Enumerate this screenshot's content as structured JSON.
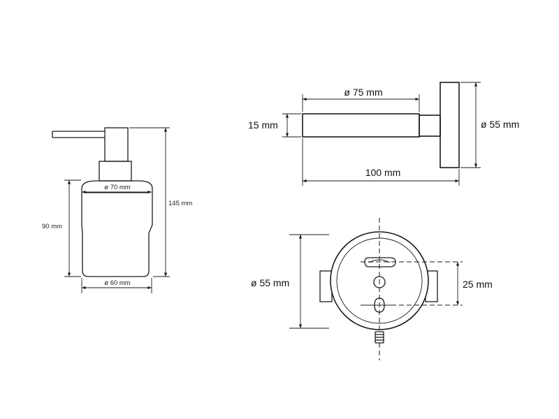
{
  "dispenser": {
    "top_diameter": "ø 70 mm",
    "bottom_diameter": "ø 60 mm",
    "glass_height": "90 mm",
    "total_height": "145 mm"
  },
  "holder_side": {
    "rod_diameter": "ø 75 mm",
    "rod_thickness": "15 mm",
    "flange_diameter": "ø 55 mm",
    "projection": "100 mm"
  },
  "holder_front": {
    "flange_diameter": "ø 55 mm",
    "hole_spacing": "25 mm"
  },
  "colors": {
    "line": "#1a1a1a",
    "background": "#ffffff"
  }
}
